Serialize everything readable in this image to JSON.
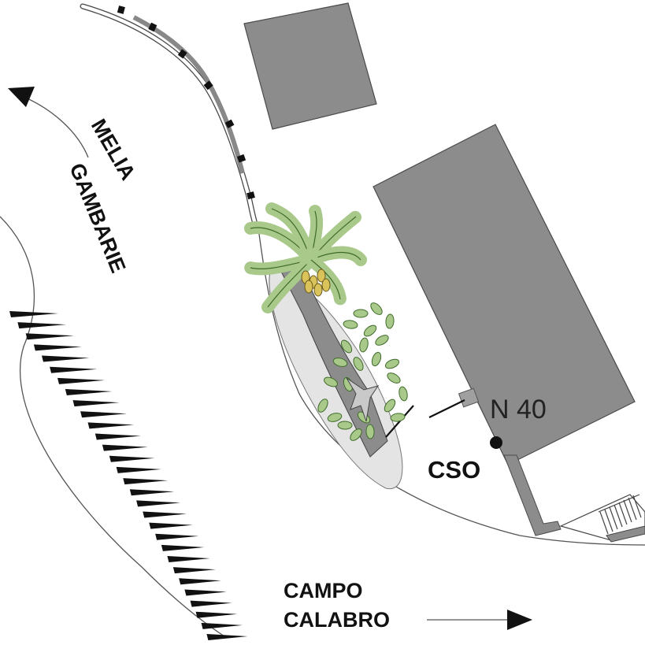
{
  "labels": {
    "melia": "MELIA",
    "gambarie": "GAMBARIE",
    "campo": "CAMPO",
    "calabro": "CALABRO",
    "station_number": "N 40",
    "station_code": "CSO"
  },
  "colors": {
    "building": "#8c8c8c",
    "building_stroke": "#4a4a4a",
    "island": "#e4e4e4",
    "foliage": "#a9c98b",
    "foliage_dark": "#3f6b2a",
    "ink": "#111111",
    "road_line": "#555555"
  },
  "icons": {
    "palm_tree": "palm-tree-icon",
    "shrub": "shrub-icon",
    "station_marker": "station-dot-icon",
    "direction_arrows": "arrow-icon"
  }
}
